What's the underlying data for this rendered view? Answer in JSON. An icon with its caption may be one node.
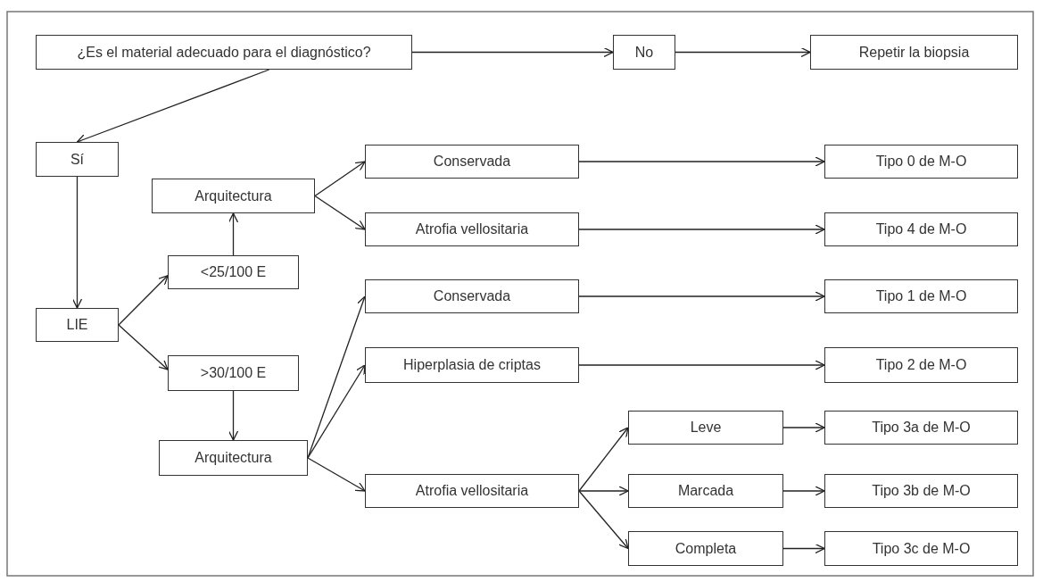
{
  "diagram": {
    "nodes": [
      {
        "text": [
          "¿Es el material adecuado para el diagnóstico?"
        ]
      },
      {
        "text": [
          "No"
        ]
      },
      {
        "text": [
          "Repetir la biopsia"
        ]
      },
      {
        "text": [
          "Sí"
        ]
      },
      {
        "text": [
          "LIE"
        ]
      },
      {
        "text": [
          "<25/100 E"
        ]
      },
      {
        "text": [
          "Arquitectura"
        ]
      },
      {
        "text": [
          "Conservada"
        ]
      },
      {
        "text": [
          "Atrofia vellositaria"
        ]
      },
      {
        "text": [
          ">30/100 E"
        ]
      },
      {
        "text": [
          "Arquitectura"
        ]
      },
      {
        "text": [
          "Conservada"
        ]
      },
      {
        "text": [
          "Hiperplasia de criptas"
        ]
      },
      {
        "text": [
          "Atrofia vellositaria"
        ]
      },
      {
        "text": [
          "Leve"
        ]
      },
      {
        "text": [
          "Marcada"
        ]
      },
      {
        "text": [
          "Completa"
        ]
      },
      {
        "text": [
          "Tipo 0 de M-O"
        ]
      },
      {
        "text": [
          "Tipo 4 de M-O"
        ]
      },
      {
        "text": [
          "Tipo 1 de M-O"
        ]
      },
      {
        "text": [
          "Tipo 2 de M-O"
        ]
      },
      {
        "text": [
          "Tipo 3a de M-O"
        ]
      },
      {
        "text": [
          "Tipo 3b de M-O"
        ]
      },
      {
        "text": [
          "Tipo 3c de M-O"
        ]
      }
    ],
    "edges": [
      {
        "from": 0,
        "to": 1,
        "arrow": "to"
      },
      {
        "from": 1,
        "to": 2,
        "arrow": "to"
      },
      {
        "from": 0,
        "to": 3,
        "arrow": "to"
      },
      {
        "from": 3,
        "to": 4,
        "arrow": "to"
      },
      {
        "from": 4,
        "to": 5,
        "arrow": "to"
      },
      {
        "from": 4,
        "to": 9,
        "arrow": "to"
      },
      {
        "from": 5,
        "to": 6,
        "arrow": "to"
      },
      {
        "from": 9,
        "to": 10,
        "arrow": "to"
      },
      {
        "from": 6,
        "to": 7,
        "arrow": "to"
      },
      {
        "from": 6,
        "to": 8,
        "arrow": "to"
      },
      {
        "from": 7,
        "to": 17,
        "arrow": "to"
      },
      {
        "from": 8,
        "to": 18,
        "arrow": "to"
      },
      {
        "from": 10,
        "to": 11,
        "arrow": "to"
      },
      {
        "from": 10,
        "to": 12,
        "arrow": "to"
      },
      {
        "from": 10,
        "to": 13,
        "arrow": "to"
      },
      {
        "from": 11,
        "to": 19,
        "arrow": "to"
      },
      {
        "from": 12,
        "to": 20,
        "arrow": "to"
      },
      {
        "from": 13,
        "to": 14,
        "arrow": "to"
      },
      {
        "from": 13,
        "to": 15,
        "arrow": "to"
      },
      {
        "from": 13,
        "to": 16,
        "arrow": "to"
      },
      {
        "from": 14,
        "to": 21,
        "arrow": "to"
      },
      {
        "from": 15,
        "to": 22,
        "arrow": "to"
      },
      {
        "from": 16,
        "to": 23,
        "arrow": "to"
      }
    ]
  }
}
